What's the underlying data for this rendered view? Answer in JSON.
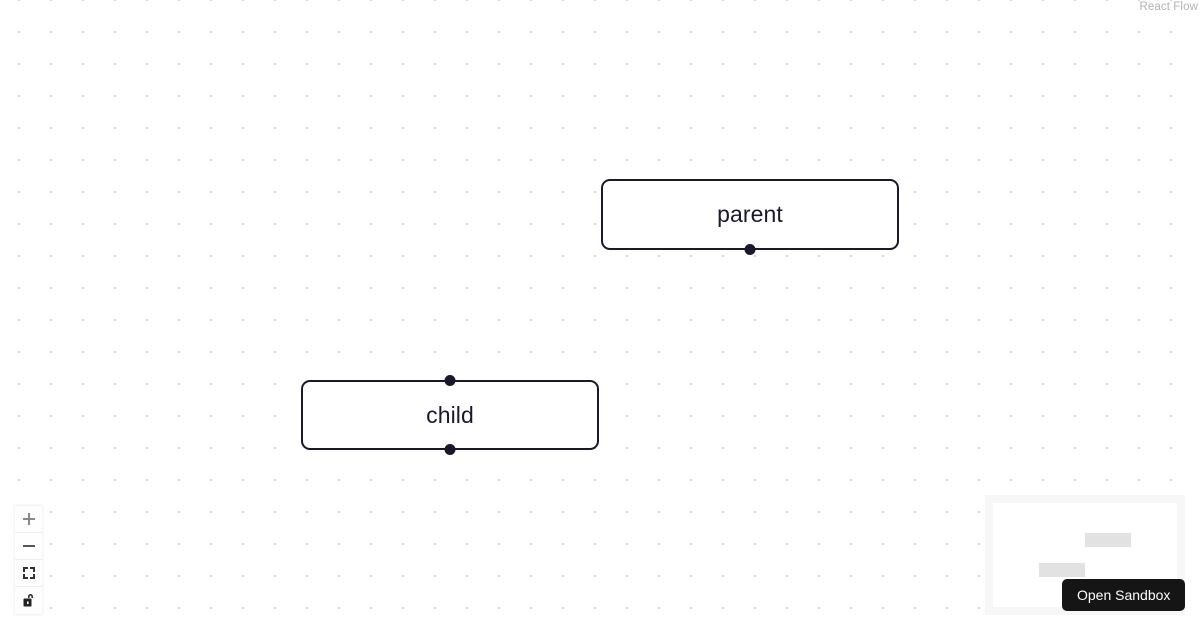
{
  "app": {
    "attribution": "React Flow",
    "background_pattern": "dots",
    "canvas_background": "#ffffff",
    "dot_color": "#c8c8c8",
    "node_border_color": "#1a192b",
    "node_text_color": "#1a192b",
    "handle_color": "#1a192b"
  },
  "nodes": [
    {
      "id": "parent",
      "label": "parent",
      "handles": [
        "bottom"
      ]
    },
    {
      "id": "child",
      "label": "child",
      "handles": [
        "top",
        "bottom"
      ]
    }
  ],
  "controls": {
    "zoom_in": {
      "label": "zoom in",
      "icon": "plus-icon"
    },
    "zoom_out": {
      "label": "zoom out",
      "icon": "minus-icon"
    },
    "fit_view": {
      "label": "fit view",
      "icon": "fit-view-icon"
    },
    "lock": {
      "label": "toggle interactivity",
      "icon": "lock-icon"
    }
  },
  "minimap": {
    "label": "minimap",
    "mask_color": "#ffffff",
    "background_color": "#f7f7f7",
    "node_color": "#e2e2e2",
    "nodes": [
      {
        "id": "parent"
      },
      {
        "id": "child"
      }
    ]
  },
  "sandbox": {
    "button_label": "Open Sandbox",
    "button_color": "#151515",
    "button_text_color": "#ffffff"
  }
}
